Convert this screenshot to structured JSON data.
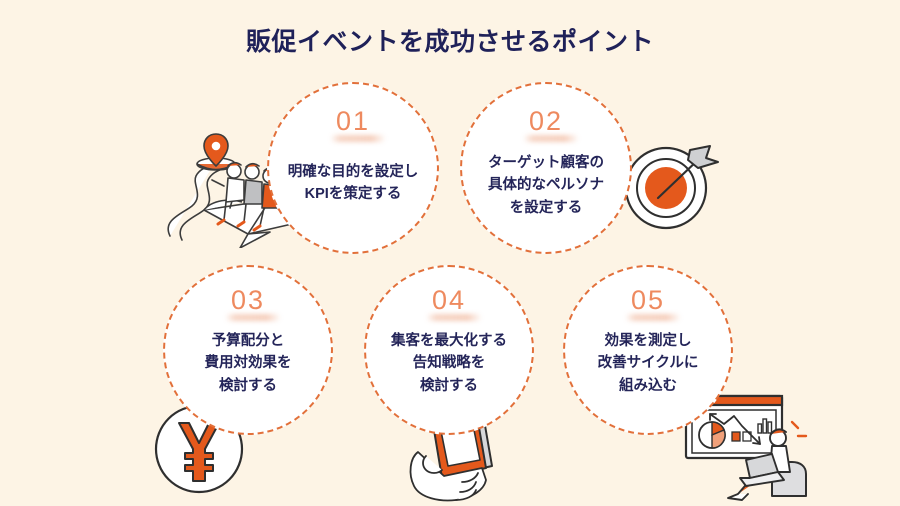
{
  "page": {
    "background_color": "#FDF4E5",
    "title": "販促イベントを成功させるポイント",
    "title_color": "#1F2159",
    "accent_orange": "#E2703A",
    "accent_orange_strong": "#E4591C",
    "number_color": "#EE8A5F",
    "caption_color": "#242559",
    "circle_fill": "#FFFFFF"
  },
  "steps": [
    {
      "number": "01",
      "caption": "明確な目的を設定し\nKPIを策定する",
      "icon": "paper-plane-team-icon"
    },
    {
      "number": "02",
      "caption": "ターゲット顧客の\n具体的なペルソナ\nを設定する",
      "icon": "target-arrow-icon"
    },
    {
      "number": "03",
      "caption": "予算配分と\n費用対効果を\n検討する",
      "icon": "yen-coin-icon"
    },
    {
      "number": "04",
      "caption": "集客を最大化する\n告知戦略を\n検討する",
      "icon": "hand-smartphone-icon"
    },
    {
      "number": "05",
      "caption": "効果を測定し\n改善サイクルに\n組み込む",
      "icon": "analytics-dashboard-person-icon"
    }
  ]
}
